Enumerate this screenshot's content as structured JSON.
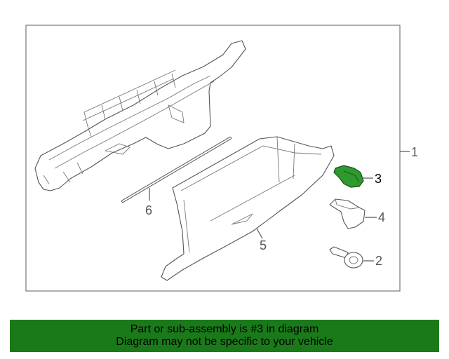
{
  "diagram": {
    "callouts": [
      {
        "id": "1",
        "label": "1"
      },
      {
        "id": "2",
        "label": "2"
      },
      {
        "id": "3",
        "label": "3"
      },
      {
        "id": "4",
        "label": "4"
      },
      {
        "id": "5",
        "label": "5"
      },
      {
        "id": "6",
        "label": "6"
      }
    ],
    "highlighted_part": "3",
    "colors": {
      "highlight": "#2e9a2e",
      "line": "#555555",
      "banner": "#1a7a1a"
    }
  },
  "banner": {
    "line1": "Part or sub-assembly is #3 in diagram",
    "line2": "Diagram may not be specific to your vehicle"
  }
}
